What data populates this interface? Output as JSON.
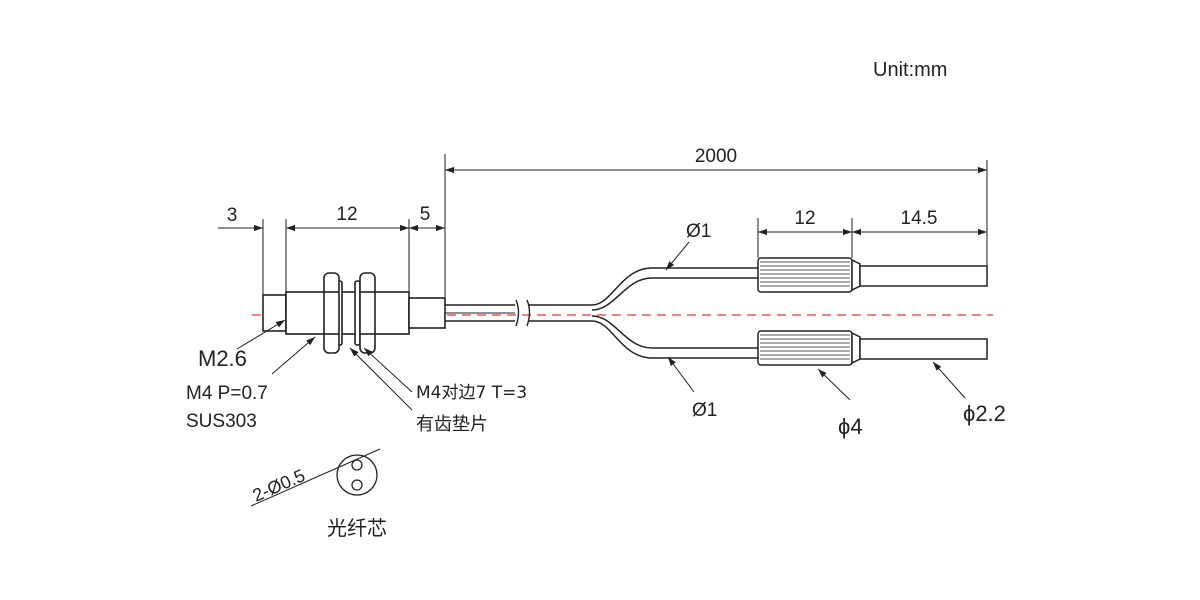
{
  "unit_label": "Unit:mm",
  "dimensions": {
    "total_length": "2000",
    "head_tip": "3",
    "thread_length": "12",
    "sleeve_length": "5",
    "ferrule_length": "12",
    "end_length": "14.5"
  },
  "labels": {
    "tip_thread": "M2.6",
    "body_thread": "M4 P=0.7",
    "material": "SUS303",
    "nut": "M4对边7 T=3",
    "washer": "有齿垫片",
    "fiber_upper": "Ø1",
    "fiber_lower": "Ø1",
    "ferrule_dia": "ϕ4",
    "end_dia": "ϕ2.2",
    "core_count": "2-Ø0.5",
    "core_caption": "光纤芯"
  },
  "colors": {
    "line": "#222222",
    "centerline": "#e53935",
    "background": "#ffffff"
  }
}
